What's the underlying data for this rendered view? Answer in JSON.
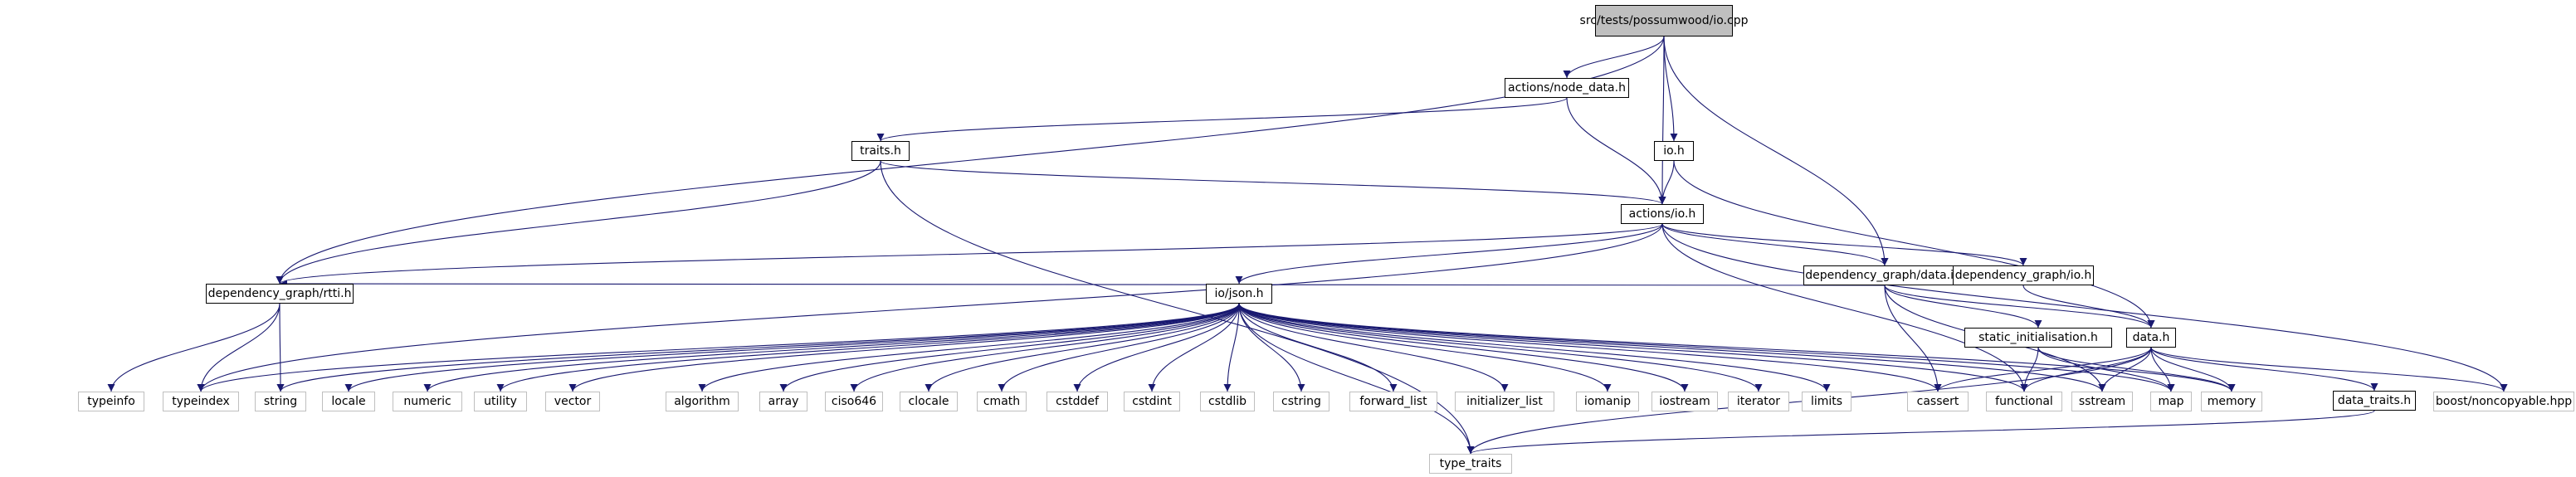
{
  "graph": {
    "edge_color": "#191970",
    "nodes": [
      {
        "id": "root",
        "label": "src/tests/possumwood/io.cpp",
        "kind": "root"
      },
      {
        "id": "node_data",
        "label": "actions/node_data.h",
        "kind": "local"
      },
      {
        "id": "io_h",
        "label": "io.h",
        "kind": "local"
      },
      {
        "id": "traits",
        "label": "traits.h",
        "kind": "local"
      },
      {
        "id": "actions_io",
        "label": "actions/io.h",
        "kind": "local"
      },
      {
        "id": "dg_data_inl",
        "label": "dependency_graph/data.inl",
        "kind": "local"
      },
      {
        "id": "dg_io",
        "label": "dependency_graph/io.h",
        "kind": "local"
      },
      {
        "id": "rtti",
        "label": "dependency_graph/rtti.h",
        "kind": "local"
      },
      {
        "id": "io_json",
        "label": "io/json.h",
        "kind": "local"
      },
      {
        "id": "static_init",
        "label": "static_initialisation.h",
        "kind": "local"
      },
      {
        "id": "data_h",
        "label": "data.h",
        "kind": "local"
      },
      {
        "id": "data_traits",
        "label": "data_traits.h",
        "kind": "local"
      },
      {
        "id": "typeinfo",
        "label": "typeinfo",
        "kind": "system"
      },
      {
        "id": "typeindex",
        "label": "typeindex",
        "kind": "system"
      },
      {
        "id": "string",
        "label": "string",
        "kind": "system"
      },
      {
        "id": "locale",
        "label": "locale",
        "kind": "system"
      },
      {
        "id": "numeric",
        "label": "numeric",
        "kind": "system"
      },
      {
        "id": "utility",
        "label": "utility",
        "kind": "system"
      },
      {
        "id": "vector",
        "label": "vector",
        "kind": "system"
      },
      {
        "id": "algorithm",
        "label": "algorithm",
        "kind": "system"
      },
      {
        "id": "array",
        "label": "array",
        "kind": "system"
      },
      {
        "id": "ciso646",
        "label": "ciso646",
        "kind": "system"
      },
      {
        "id": "clocale",
        "label": "clocale",
        "kind": "system"
      },
      {
        "id": "cmath",
        "label": "cmath",
        "kind": "system"
      },
      {
        "id": "cstddef",
        "label": "cstddef",
        "kind": "system"
      },
      {
        "id": "cstdint",
        "label": "cstdint",
        "kind": "system"
      },
      {
        "id": "cstdlib",
        "label": "cstdlib",
        "kind": "system"
      },
      {
        "id": "cstring",
        "label": "cstring",
        "kind": "system"
      },
      {
        "id": "forward_list",
        "label": "forward_list",
        "kind": "system"
      },
      {
        "id": "initializer_list",
        "label": "initializer_list",
        "kind": "system"
      },
      {
        "id": "iomanip",
        "label": "iomanip",
        "kind": "system"
      },
      {
        "id": "iostream",
        "label": "iostream",
        "kind": "system"
      },
      {
        "id": "iterator",
        "label": "iterator",
        "kind": "system"
      },
      {
        "id": "limits",
        "label": "limits",
        "kind": "system"
      },
      {
        "id": "cassert",
        "label": "cassert",
        "kind": "system"
      },
      {
        "id": "functional",
        "label": "functional",
        "kind": "system"
      },
      {
        "id": "sstream",
        "label": "sstream",
        "kind": "system"
      },
      {
        "id": "map",
        "label": "map",
        "kind": "system"
      },
      {
        "id": "memory",
        "label": "memory",
        "kind": "system"
      },
      {
        "id": "boost_noncopyable",
        "label": "boost/noncopyable.hpp",
        "kind": "system"
      },
      {
        "id": "type_traits",
        "label": "type_traits",
        "kind": "system"
      }
    ],
    "edges": [
      [
        "root",
        "node_data"
      ],
      [
        "root",
        "actions_io"
      ],
      [
        "root",
        "io_h"
      ],
      [
        "root",
        "dg_data_inl"
      ],
      [
        "root",
        "rtti"
      ],
      [
        "node_data",
        "traits"
      ],
      [
        "node_data",
        "actions_io"
      ],
      [
        "traits",
        "actions_io"
      ],
      [
        "traits",
        "rtti"
      ],
      [
        "traits",
        "type_traits"
      ],
      [
        "io_h",
        "actions_io"
      ],
      [
        "io_h",
        "data_h"
      ],
      [
        "actions_io",
        "rtti"
      ],
      [
        "actions_io",
        "io_json"
      ],
      [
        "actions_io",
        "dg_data_inl"
      ],
      [
        "actions_io",
        "dg_io"
      ],
      [
        "actions_io",
        "typeindex"
      ],
      [
        "actions_io",
        "functional"
      ],
      [
        "actions_io",
        "boost_noncopyable"
      ],
      [
        "dg_data_inl",
        "rtti"
      ],
      [
        "dg_data_inl",
        "static_init"
      ],
      [
        "dg_data_inl",
        "data_h"
      ],
      [
        "dg_data_inl",
        "cassert"
      ],
      [
        "dg_data_inl",
        "sstream"
      ],
      [
        "dg_io",
        "data_h"
      ],
      [
        "rtti",
        "typeinfo"
      ],
      [
        "rtti",
        "typeindex"
      ],
      [
        "rtti",
        "string"
      ],
      [
        "io_json",
        "typeindex"
      ],
      [
        "io_json",
        "string"
      ],
      [
        "io_json",
        "locale"
      ],
      [
        "io_json",
        "numeric"
      ],
      [
        "io_json",
        "utility"
      ],
      [
        "io_json",
        "vector"
      ],
      [
        "io_json",
        "algorithm"
      ],
      [
        "io_json",
        "array"
      ],
      [
        "io_json",
        "ciso646"
      ],
      [
        "io_json",
        "clocale"
      ],
      [
        "io_json",
        "cmath"
      ],
      [
        "io_json",
        "cstddef"
      ],
      [
        "io_json",
        "cstdint"
      ],
      [
        "io_json",
        "cstdlib"
      ],
      [
        "io_json",
        "cstring"
      ],
      [
        "io_json",
        "forward_list"
      ],
      [
        "io_json",
        "initializer_list"
      ],
      [
        "io_json",
        "iomanip"
      ],
      [
        "io_json",
        "iostream"
      ],
      [
        "io_json",
        "iterator"
      ],
      [
        "io_json",
        "limits"
      ],
      [
        "io_json",
        "cassert"
      ],
      [
        "io_json",
        "functional"
      ],
      [
        "io_json",
        "sstream"
      ],
      [
        "io_json",
        "map"
      ],
      [
        "io_json",
        "memory"
      ],
      [
        "io_json",
        "type_traits"
      ],
      [
        "static_init",
        "functional"
      ],
      [
        "static_init",
        "map"
      ],
      [
        "static_init",
        "memory"
      ],
      [
        "data_h",
        "cassert"
      ],
      [
        "data_h",
        "functional"
      ],
      [
        "data_h",
        "sstream"
      ],
      [
        "data_h",
        "map"
      ],
      [
        "data_h",
        "memory"
      ],
      [
        "data_h",
        "data_traits"
      ],
      [
        "data_h",
        "boost_noncopyable"
      ],
      [
        "data_h",
        "type_traits"
      ],
      [
        "data_traits",
        "type_traits"
      ]
    ]
  }
}
